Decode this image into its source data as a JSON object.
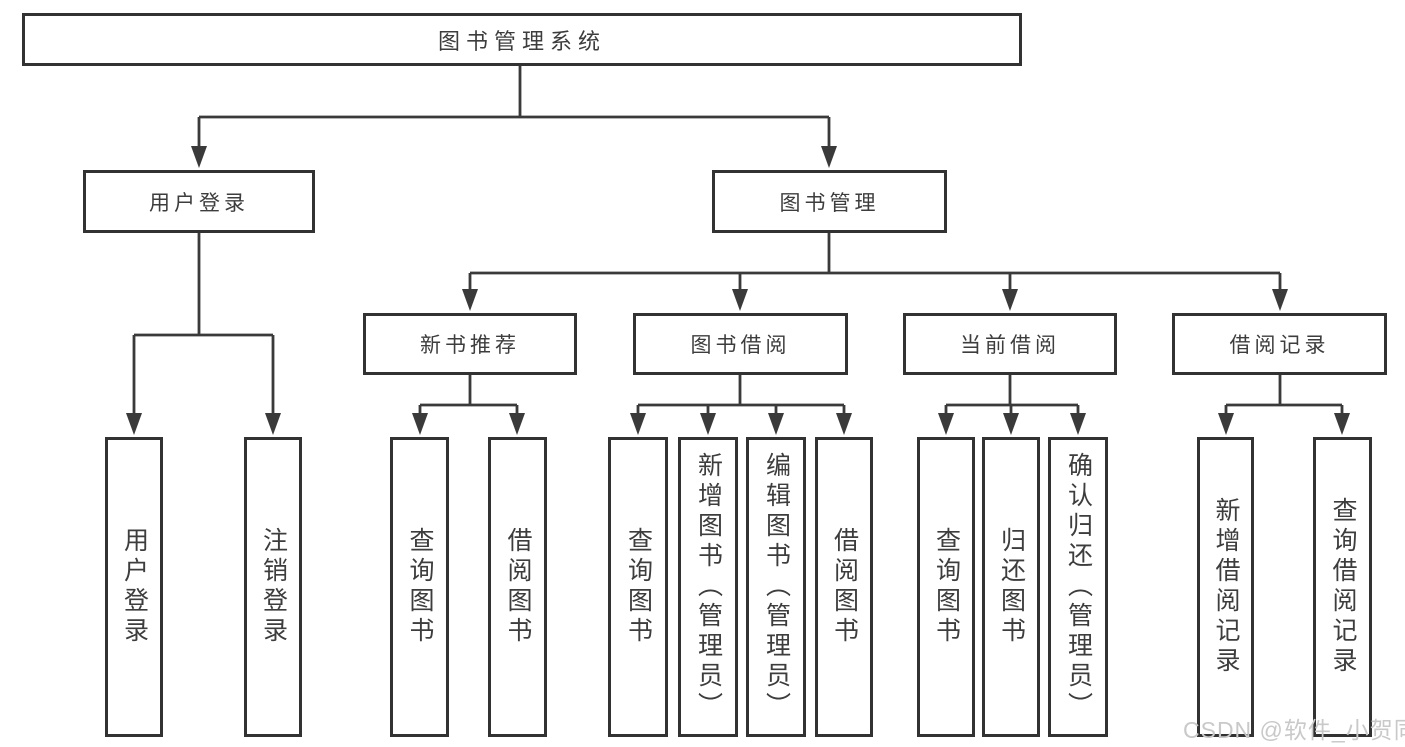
{
  "diagram": {
    "root": {
      "label": "图书管理系统"
    },
    "branches": [
      {
        "label": "用户登录",
        "children": [
          {
            "label": "用户登录"
          },
          {
            "label": "注销登录"
          }
        ]
      },
      {
        "label": "图书管理",
        "children": [
          {
            "label": "新书推荐",
            "children": [
              {
                "label": "查询图书"
              },
              {
                "label": "借阅图书"
              }
            ]
          },
          {
            "label": "图书借阅",
            "children": [
              {
                "label": "查询图书"
              },
              {
                "label": "新增图书（管理员）"
              },
              {
                "label": "编辑图书（管理员）"
              },
              {
                "label": "借阅图书"
              }
            ]
          },
          {
            "label": "当前借阅",
            "children": [
              {
                "label": "查询图书"
              },
              {
                "label": "归还图书"
              },
              {
                "label": "确认归还（管理员）"
              }
            ]
          },
          {
            "label": "借阅记录",
            "children": [
              {
                "label": "新增借阅记录"
              },
              {
                "label": "查询借阅记录"
              }
            ]
          }
        ]
      }
    ],
    "watermark": "CSDN @软件_小贺同学",
    "colors": {
      "line": "#3a3a3a",
      "box_border": "#323232",
      "text": "#3d3d3d",
      "background": "#ffffff",
      "watermark": "#c9c9c9"
    }
  }
}
